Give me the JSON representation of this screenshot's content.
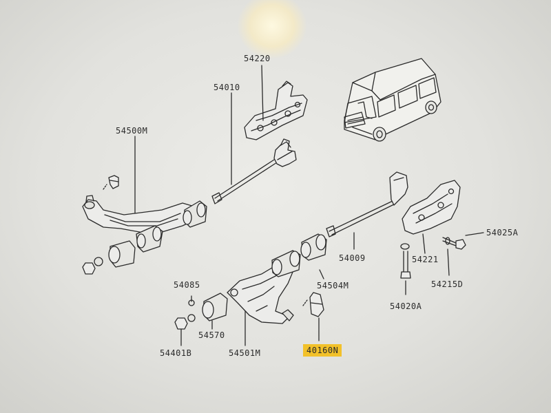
{
  "diagram": {
    "highlight_color": "#f2c12a",
    "ink_color": "#2a2a2a",
    "labels": {
      "l54220": "54220",
      "l54010": "54010",
      "l54500M": "54500M",
      "l54025A": "54025A",
      "l54009": "54009",
      "l54221": "54221",
      "l54504M": "54504M",
      "l54215D": "54215D",
      "l54085": "54085",
      "l54020A": "54020A",
      "l54570": "54570",
      "l54401B": "54401B",
      "l54501M": "54501M",
      "l40160N": "40160N"
    }
  }
}
